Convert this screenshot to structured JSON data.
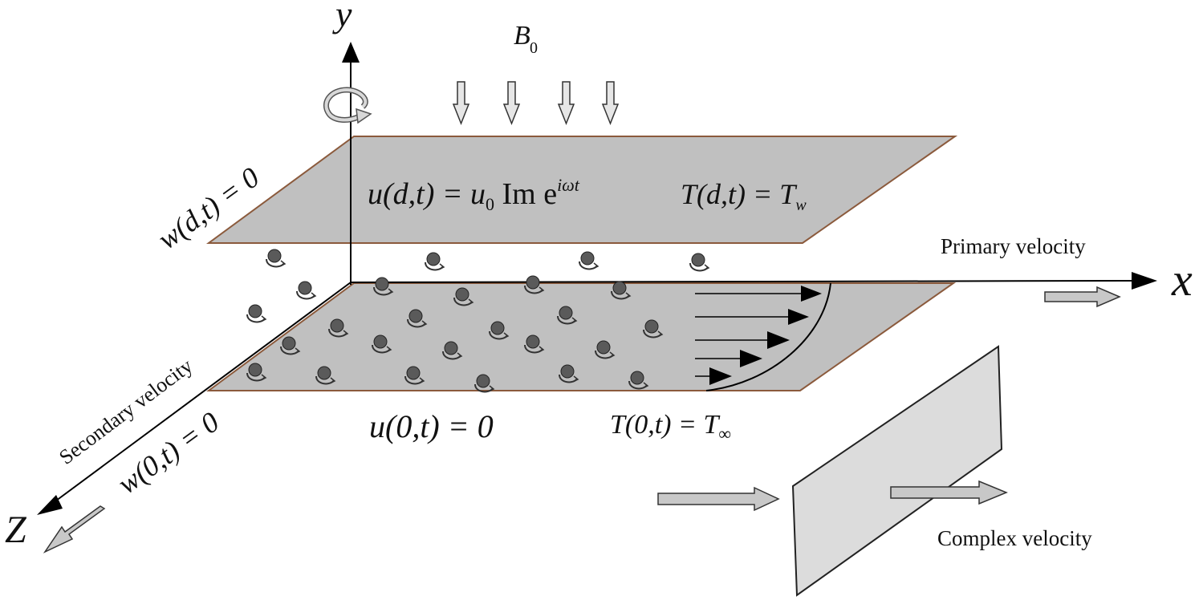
{
  "axes": {
    "x": "x",
    "y": "y",
    "z": "Z"
  },
  "field": {
    "symbol": "B",
    "subscript": "0"
  },
  "top_plate": {
    "velocity_lhs": "u(d,t) = u",
    "velocity_sub": "0",
    "velocity_mid": " Im e",
    "velocity_sup": "iωt",
    "temperature": "T(d,t) = T",
    "temperature_sub": "w",
    "secondary_bc": "w(d,t) = 0"
  },
  "bottom_plate": {
    "velocity": "u(0,t) = 0",
    "temperature": "T(0,t) = T",
    "temperature_sub": "∞",
    "secondary_bc": "w(0,t) = 0"
  },
  "labels": {
    "primary": "Primary velocity",
    "secondary": "Secondary velocity",
    "complex": "Complex velocity"
  },
  "icons": [
    "rotation-arrow-icon",
    "magnetic-field-arrow-icon",
    "particle-icon",
    "velocity-arrow-icon"
  ],
  "colors": {
    "plate_fill": "#c0c0c0",
    "plate_edge": "#8b5a3c",
    "particle": "#5a5a5a",
    "arrow_fill": "#c8c8c8"
  }
}
